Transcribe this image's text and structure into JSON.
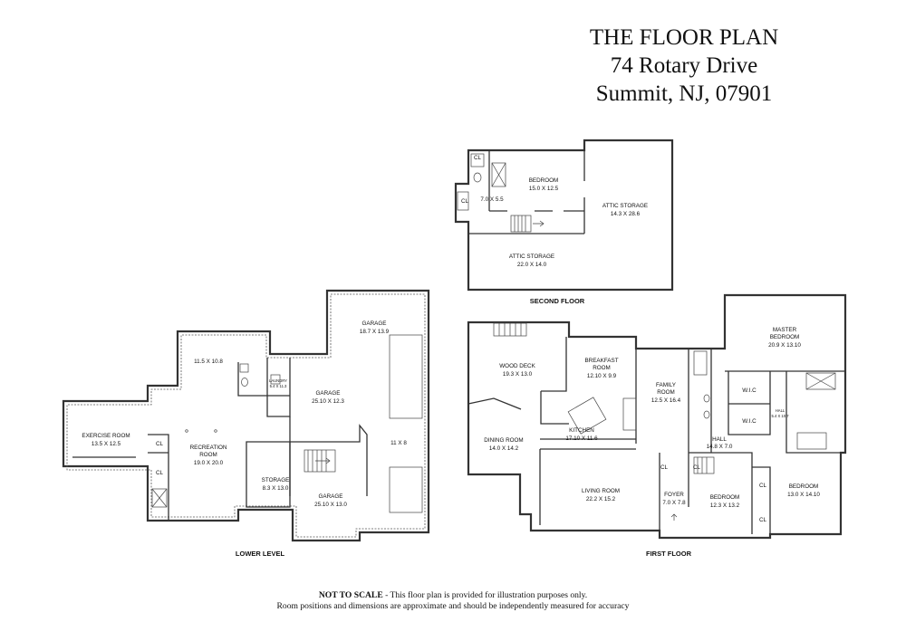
{
  "header": {
    "line1": "THE FLOOR PLAN",
    "line2": "74 Rotary Drive",
    "line3": "Summit, NJ, 07901"
  },
  "floors": {
    "second": {
      "label": "SECOND FLOOR",
      "rooms": {
        "bedroom": {
          "name": "BEDROOM",
          "dims": "15.0 X 12.5"
        },
        "closet_room": {
          "dims": "7.0 X 5.5"
        },
        "attic_right": {
          "name": "ATTIC STORAGE",
          "dims": "14.3 X 28.6"
        },
        "attic_bottom": {
          "name": "ATTIC STORAGE",
          "dims": "22.0 X 14.0"
        },
        "cl1": "CL",
        "cl2": "CL"
      }
    },
    "lower": {
      "label": "LOWER LEVEL",
      "rooms": {
        "exercise": {
          "name": "EXERCISE ROOM",
          "dims": "13.5 X 12.5"
        },
        "recreation": {
          "line1": "RECREATION",
          "line2": "ROOM",
          "dims": "19.0 X 20.0"
        },
        "room_a": {
          "dims": "11.5 X 10.8"
        },
        "laundry": {
          "name": "LAUNDRY",
          "dims": "5.4 X 11.3"
        },
        "storage": {
          "name": "STORAGE",
          "dims": "8.3 X 13.0"
        },
        "garage_top": {
          "name": "GARAGE",
          "dims": "18.7 X 13.9"
        },
        "garage_mid": {
          "name": "GARAGE",
          "dims": "25.10 X 12.3"
        },
        "garage_bot": {
          "name": "GARAGE",
          "dims": "25.10 X 13.0"
        },
        "bay": {
          "dims": "11 X 8"
        },
        "cl1": "CL",
        "cl2": "CL"
      }
    },
    "first": {
      "label": "FIRST FLOOR",
      "rooms": {
        "wood_deck": {
          "name": "WOOD DECK",
          "dims": "19.3 X 13.0"
        },
        "breakfast": {
          "line1": "BREAKFAST",
          "line2": "ROOM",
          "dims": "12.10 X 9.9"
        },
        "family": {
          "line1": "FAMILY",
          "line2": "ROOM",
          "dims": "12.5 X 16.4"
        },
        "master": {
          "line1": "MASTER",
          "line2": "BEDROOM",
          "dims": "20.9 X 13.10"
        },
        "wic1": "W.I.C",
        "wic2": "W.I.C",
        "hall_small": {
          "name": "HALL",
          "dims": "5.4 X 10.7"
        },
        "kitchen": {
          "name": "KITCHEN",
          "dims": "17.10 X 11.6"
        },
        "dining": {
          "name": "DINING ROOM",
          "dims": "14.0 X 14.2"
        },
        "hall": {
          "name": "HALL",
          "dims": "14.8 X 7.0"
        },
        "living": {
          "name": "LIVING ROOM",
          "dims": "22.2 X 15.2"
        },
        "foyer": {
          "name": "FOYER",
          "dims": "7.0 X 7.8"
        },
        "bedroom2": {
          "name": "BEDROOM",
          "dims": "12.3 X 13.2"
        },
        "bedroom3": {
          "name": "BEDROOM",
          "dims": "13.0 X 14.10"
        },
        "cl1": "CL",
        "cl2": "CL",
        "cl3": "CL",
        "cl4": "CL"
      }
    }
  },
  "footer": {
    "bold": "NOT TO SCALE",
    "rest": " - This floor plan is provided for illustration purposes only.",
    "line2": "Room positions and dimensions are approximate and should be independently measured for accuracy"
  }
}
